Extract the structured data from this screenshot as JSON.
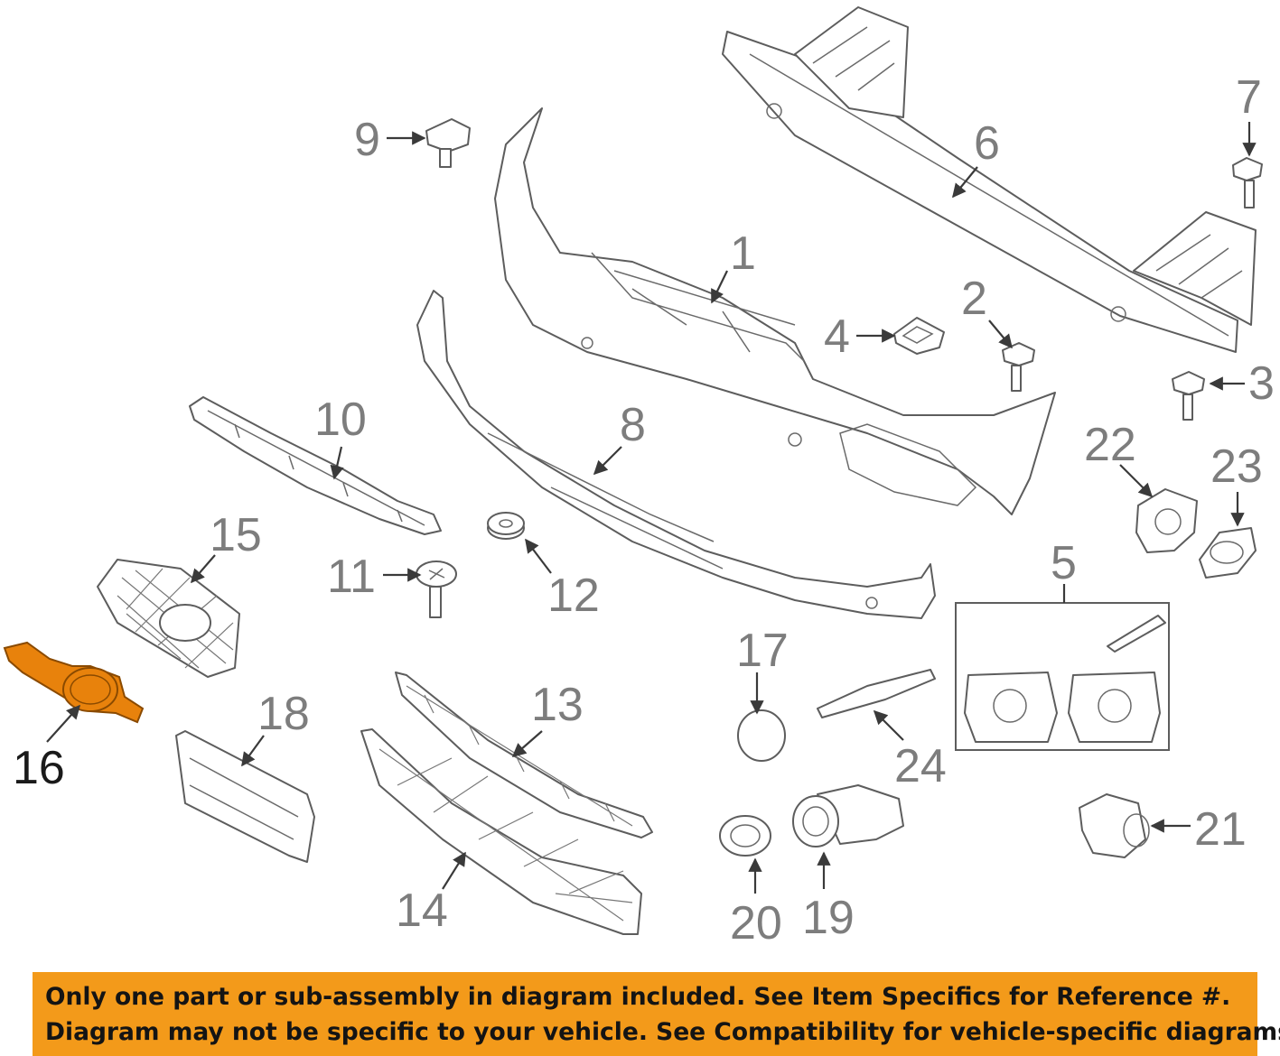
{
  "callouts": {
    "c1": "1",
    "c2": "2",
    "c3": "3",
    "c4": "4",
    "c5": "5",
    "c6": "6",
    "c7": "7",
    "c8": "8",
    "c9": "9",
    "c10": "10",
    "c11": "11",
    "c12": "12",
    "c13": "13",
    "c14": "14",
    "c15": "15",
    "c16": "16",
    "c17": "17",
    "c18": "18",
    "c19": "19",
    "c20": "20",
    "c21": "21",
    "c22": "22",
    "c23": "23",
    "c24": "24"
  },
  "highlighted_part": "16",
  "colors": {
    "highlight": "#e8820c",
    "banner": "#f39a1a",
    "linework": "#5d5d5d"
  },
  "banner": {
    "line1": "Only one part or sub-assembly in diagram included. See Item Specifics for Reference #.",
    "line2": "Diagram may not be specific to your vehicle. See Compatibility for vehicle-specific diagrams."
  }
}
